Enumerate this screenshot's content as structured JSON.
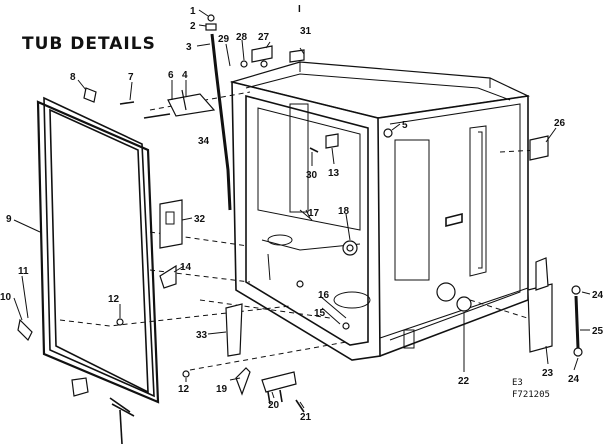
{
  "title": "TUB DETAILS",
  "top_mark": "I",
  "code_line1": "E3",
  "code_line2": "F721205",
  "labels": [
    "1",
    "2",
    "3",
    "4",
    "5",
    "6",
    "7",
    "8",
    "9",
    "10",
    "11",
    "12",
    "12",
    "13",
    "14",
    "15",
    "16",
    "17",
    "18",
    "19",
    "20",
    "21",
    "22",
    "23",
    "24",
    "24",
    "25",
    "26",
    "27",
    "28",
    "29",
    "30",
    "31",
    "32",
    "33",
    "34"
  ]
}
